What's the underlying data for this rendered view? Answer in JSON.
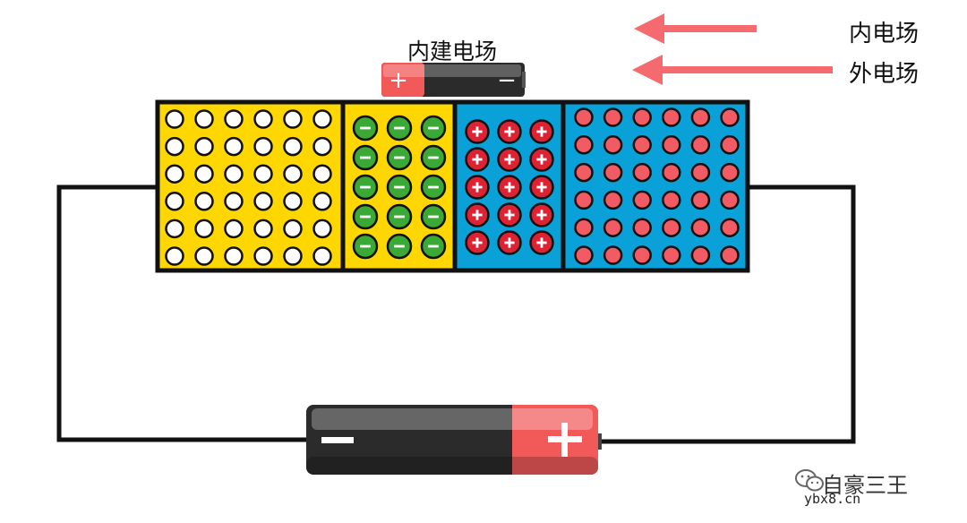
{
  "legend": {
    "internal_label": "内电场",
    "external_label": "外电场",
    "arrow_color": "#f46a6e"
  },
  "builtin_field": {
    "title": "内建电场",
    "plus_sign": "+",
    "minus_sign": "−"
  },
  "pn_junction": {
    "p_region": {
      "color": "#ffd700",
      "carrier": "hole",
      "carrier_color": "#ffffff",
      "rows": 6,
      "cols": 6
    },
    "depletion_p": {
      "color": "#ffd700",
      "ion_sign": "−",
      "ion_color": "#3aa935",
      "rows": 5,
      "cols": 3
    },
    "depletion_n": {
      "color": "#0aa0d8",
      "ion_sign": "+",
      "ion_color": "#dd2233",
      "rows": 5,
      "cols": 3
    },
    "n_region": {
      "color": "#0aa0d8",
      "carrier": "electron",
      "carrier_color": "#f25a64",
      "rows": 6,
      "cols": 6
    }
  },
  "battery": {
    "minus_sign": "−",
    "plus_sign": "+",
    "body_color": "#2b2b2b",
    "positive_color": "#f25a5a"
  },
  "watermark": {
    "brand": "自豪三王",
    "site": "ybx8.cn",
    "icon": "wechat-icon"
  }
}
